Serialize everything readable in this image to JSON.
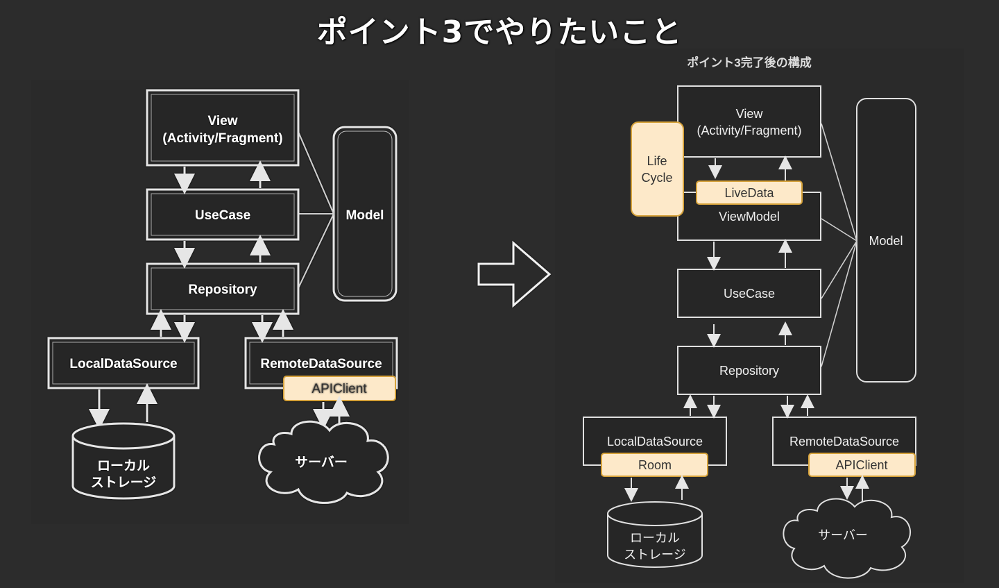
{
  "title": "ポイント3でやりたいこと",
  "colors": {
    "background": "#2c2c2c",
    "box_fill": "#262626",
    "stroke": "#e6e6e6",
    "highlight_fill": "#fde9c9",
    "highlight_stroke": "#d6a23a",
    "highlight_text": "#333333"
  },
  "before": {
    "view": [
      "View",
      "(Activity/Fragment)"
    ],
    "usecase": "UseCase",
    "repository": "Repository",
    "model": "Model",
    "local_ds": "LocalDataSource",
    "remote_ds": "RemoteDataSource",
    "api_client": "APIClient",
    "storage": [
      "ローカル",
      "ストレージ"
    ],
    "server": "サーバー"
  },
  "arrow_icon": "right-arrow",
  "after": {
    "subtitle": "ポイント3完了後の構成",
    "view": [
      "View",
      "(Activity/Fragment)"
    ],
    "lifecycle": [
      "Life",
      "Cycle"
    ],
    "livedata": "LiveData",
    "viewmodel": "ViewModel",
    "usecase": "UseCase",
    "repository": "Repository",
    "model": "Model",
    "local_ds": "LocalDataSource",
    "room": "Room",
    "remote_ds": "RemoteDataSource",
    "api_client": "APIClient",
    "storage": [
      "ローカル",
      "ストレージ"
    ],
    "server": "サーバー"
  }
}
